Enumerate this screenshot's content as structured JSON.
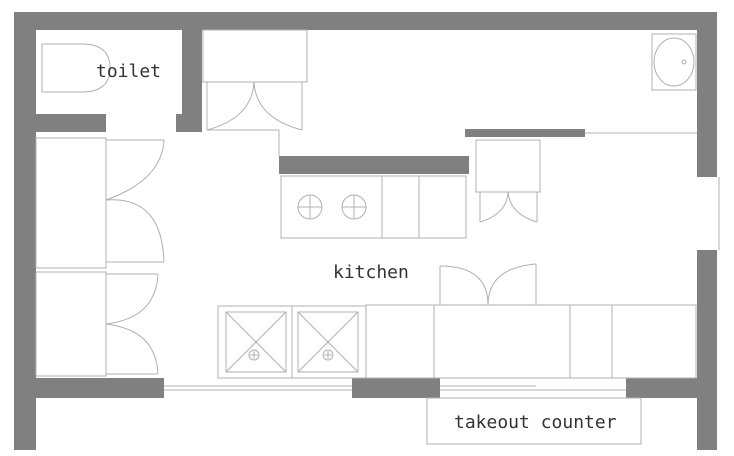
{
  "labels": {
    "toilet": "toilet",
    "kitchen": "kitchen",
    "takeout_counter": "takeout counter"
  },
  "colors": {
    "wall": "#808080",
    "line": "#b0b0b0",
    "text": "#333333",
    "background": "#ffffff"
  }
}
